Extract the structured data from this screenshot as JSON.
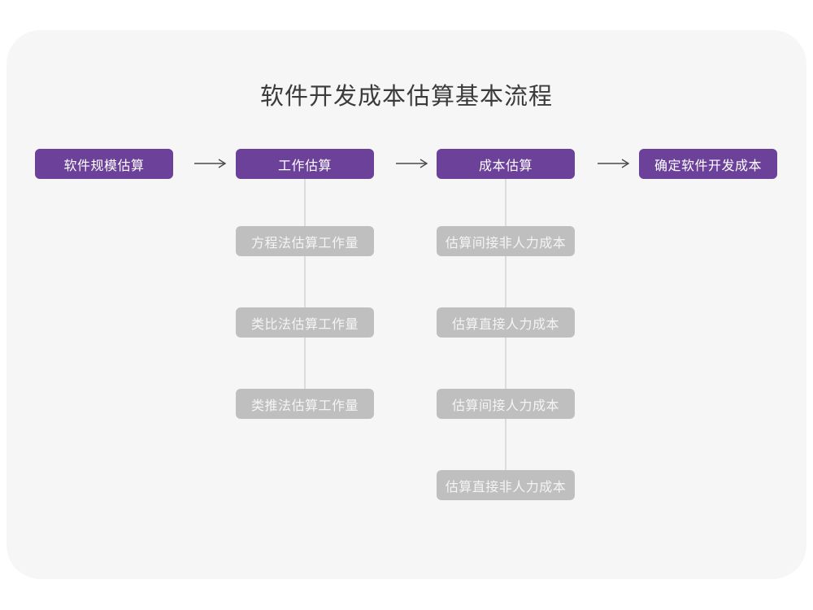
{
  "page": {
    "title": "软件开发成本估算基本流程"
  },
  "colors": {
    "page_background": "#FFFFFF",
    "card_background": "#F6F6F6",
    "primary_node": "#6C4199",
    "secondary_node": "#BFBFBF",
    "connector_line": "#DCDCDC",
    "arrow": "#4A4A4A",
    "title_text": "#3B3B3B",
    "node_text": "#FFFFFF"
  },
  "flow": {
    "main_steps": [
      {
        "label": "软件规模估算"
      },
      {
        "label": "工作估算"
      },
      {
        "label": "成本估算"
      },
      {
        "label": "确定软件开发成本"
      }
    ],
    "work_estimation_methods": [
      {
        "label": "方程法估算工作量"
      },
      {
        "label": "类比法估算工作量"
      },
      {
        "label": "类推法估算工作量"
      }
    ],
    "cost_estimation_methods": [
      {
        "label": "估算间接非人力成本"
      },
      {
        "label": "估算直接人力成本"
      },
      {
        "label": "估算间接人力成本"
      },
      {
        "label": "估算直接非人力成本"
      }
    ]
  }
}
